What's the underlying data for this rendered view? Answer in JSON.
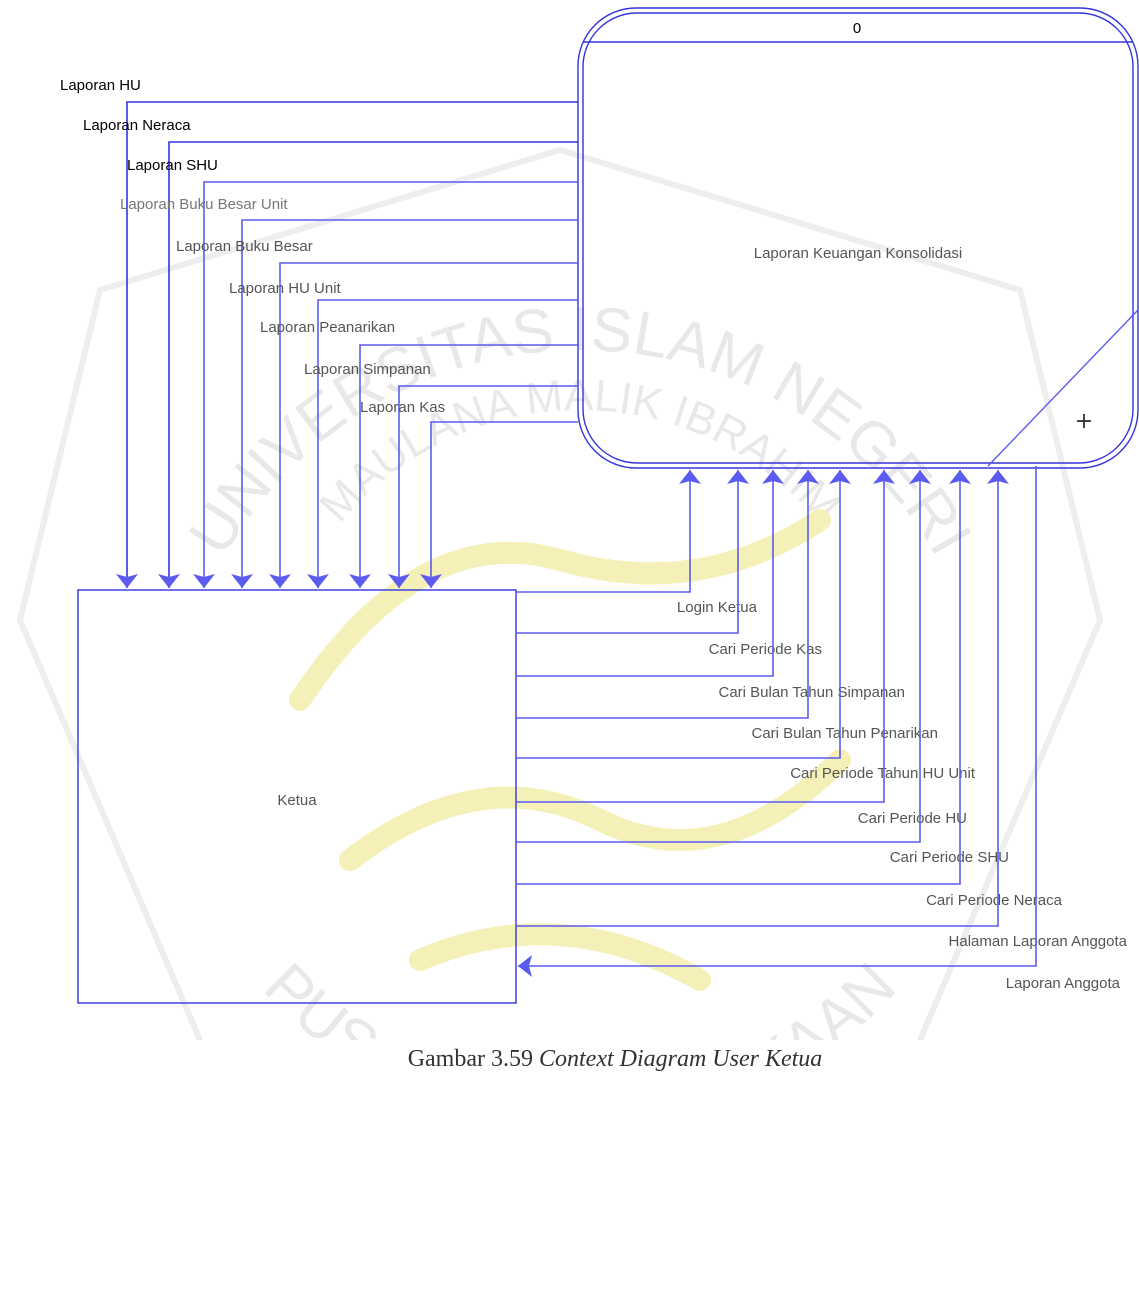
{
  "colors": {
    "line": "#3333dd",
    "arrow": "#5b5bf0",
    "label_dark": "#000000",
    "label_mid": "#555555",
    "label_light": "#777777",
    "watermark": "#e6e6e6",
    "watermark_gold": "#f5efb0"
  },
  "process": {
    "number": "0",
    "name": "Laporan Keuangan Konsolidasi",
    "expand_icon": "+"
  },
  "entity": {
    "name": "Ketua"
  },
  "outgoing_flows": [
    "Laporan HU",
    "Laporan Neraca",
    "Laporan SHU",
    "Laporan Buku Besar Unit",
    "Laporan Buku Besar",
    "Laporan HU Unit",
    "Laporan Peanarikan",
    "Laporan Simpanan",
    "Laporan Kas"
  ],
  "incoming_flows": [
    "Login Ketua",
    "Cari Periode Kas",
    "Cari Bulan Tahun Simpanan",
    "Cari Bulan Tahun Penarikan",
    "Cari Periode Tahun HU Unit",
    "Cari Periode HU",
    "Cari Periode SHU",
    "Cari Periode Neraca",
    "Halaman Laporan Anggota"
  ],
  "return_flow": "Laporan Anggota",
  "watermark": {
    "top_text": "UNIVERSITAS ISLAM NEGERI",
    "middle_text": "MAULANA MALIK IBRAHIM",
    "bottom_text": "PUSAT PERPUSTAKAAN"
  },
  "caption": {
    "prefix": "Gambar 3.59 ",
    "title": "Context Diagram User Ketua"
  }
}
